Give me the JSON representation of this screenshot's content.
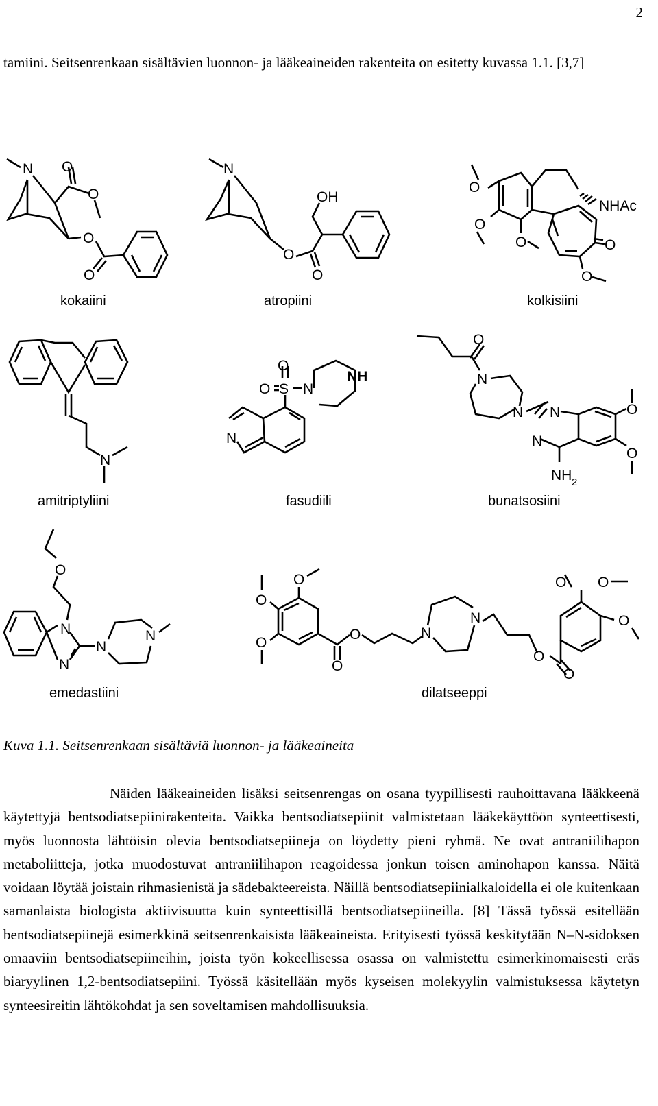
{
  "page_number": "2",
  "intro_text": "tamiini. Seitsenrenkaan sisältävien luonnon- ja lääkeaineiden rakenteita on esitetty kuvassa 1.1. [3,7]",
  "figure": {
    "compounds": {
      "kokaiini": "kokaiini",
      "atropiini": "atropiini",
      "kolkisiini": "kolkisiini",
      "amitriptyliini": "amitriptyliini",
      "fasudiili": "fasudiili",
      "bunatsosiini": "bunatsosiini",
      "emedastiini": "emedastiini",
      "dilatseeppi": "dilatseeppi"
    },
    "atoms": {
      "N": "N",
      "O": "O",
      "OH": "OH",
      "NH": "NH",
      "NHAc": "NHAc",
      "S": "S",
      "NH2": "NH",
      "sub2": "2"
    }
  },
  "caption": {
    "label": "Kuva 1.1.",
    "text": "Seitsenrenkaan sisältäviä luonnon- ja lääkeaineita"
  },
  "body_paragraph": "Näiden lääkeaineiden lisäksi seitsenrengas on osana tyypillisesti rauhoittavana lääkkeenä käytettyjä bentsodiatsepiinirakenteita. Vaikka bentsodiatsepiinit valmistetaan lääkekäyttöön synteettisesti, myös luonnosta lähtöisin olevia bentsodiatsepiineja on löydetty pieni ryhmä. Ne ovat antraniilihapon metaboliitteja, jotka muodostuvat antraniilihapon reagoidessa jonkun toisen aminohapon kanssa. Näitä voidaan löytää joistain rihmasienistä ja sädebakteereista. Näillä bentsodiatsepiinialkaloidella ei ole kuitenkaan samanlaista biologista aktiivisuutta kuin synteettisillä bentsodiatsepiineilla. [8] Tässä työssä esitellään bentsodiatsepiinejä esimerkkinä seitsenrenkaisista lääkeaineista. Erityisesti työssä keskitytään N–N-sidoksen omaaviin bentsodiatsepiineihin, joista työn kokeellisessa osassa on valmistettu esimerkinomaisesti eräs biaryylinen 1,2-bentsodiatsepiini. Työssä käsitellään myös kyseisen molekyylin valmistuksessa käytetyn synteesireitin lähtökohdat ja sen soveltamisen mahdollisuuksia."
}
